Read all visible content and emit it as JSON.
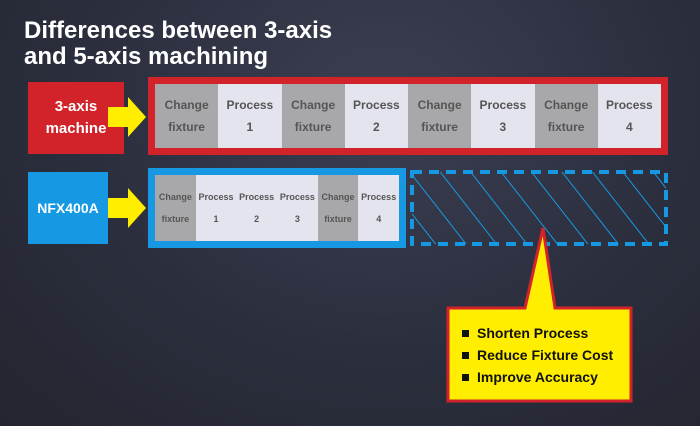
{
  "title": {
    "line1": "Differences between 3-axis",
    "line2": "and 5-axis machining"
  },
  "three_axis": {
    "label_line1": "3-axis",
    "label_line2": "machine",
    "steps": [
      {
        "line1": "Change",
        "line2": "fixture",
        "kind": "fixture"
      },
      {
        "line1": "Process",
        "line2": "1",
        "kind": "process"
      },
      {
        "line1": "Change",
        "line2": "fixture",
        "kind": "fixture"
      },
      {
        "line1": "Process",
        "line2": "2",
        "kind": "process"
      },
      {
        "line1": "Change",
        "line2": "fixture",
        "kind": "fixture"
      },
      {
        "line1": "Process",
        "line2": "3",
        "kind": "process"
      },
      {
        "line1": "Change",
        "line2": "fixture",
        "kind": "fixture"
      },
      {
        "line1": "Process",
        "line2": "4",
        "kind": "process"
      }
    ]
  },
  "five_axis": {
    "label": "NFX400A",
    "steps": [
      {
        "line1": "Change",
        "line2": "fixture",
        "kind": "fixture"
      },
      {
        "line1": "Process",
        "line2": "1",
        "kind": "process"
      },
      {
        "line1": "Process",
        "line2": "2",
        "kind": "process"
      },
      {
        "line1": "Process",
        "line2": "3",
        "kind": "process"
      },
      {
        "line1": "Change",
        "line2": "fixture",
        "kind": "fixture"
      },
      {
        "line1": "Process",
        "line2": "4",
        "kind": "process"
      }
    ]
  },
  "benefits": [
    "Shorten Process",
    "Reduce Fixture Cost",
    "Improve Accuracy"
  ],
  "colors": {
    "red": "#d2232a",
    "blue": "#1699e2",
    "yellow": "#ffee00",
    "fixture_cell": "#a8a8ab",
    "process_cell": "#e4e4ef"
  }
}
